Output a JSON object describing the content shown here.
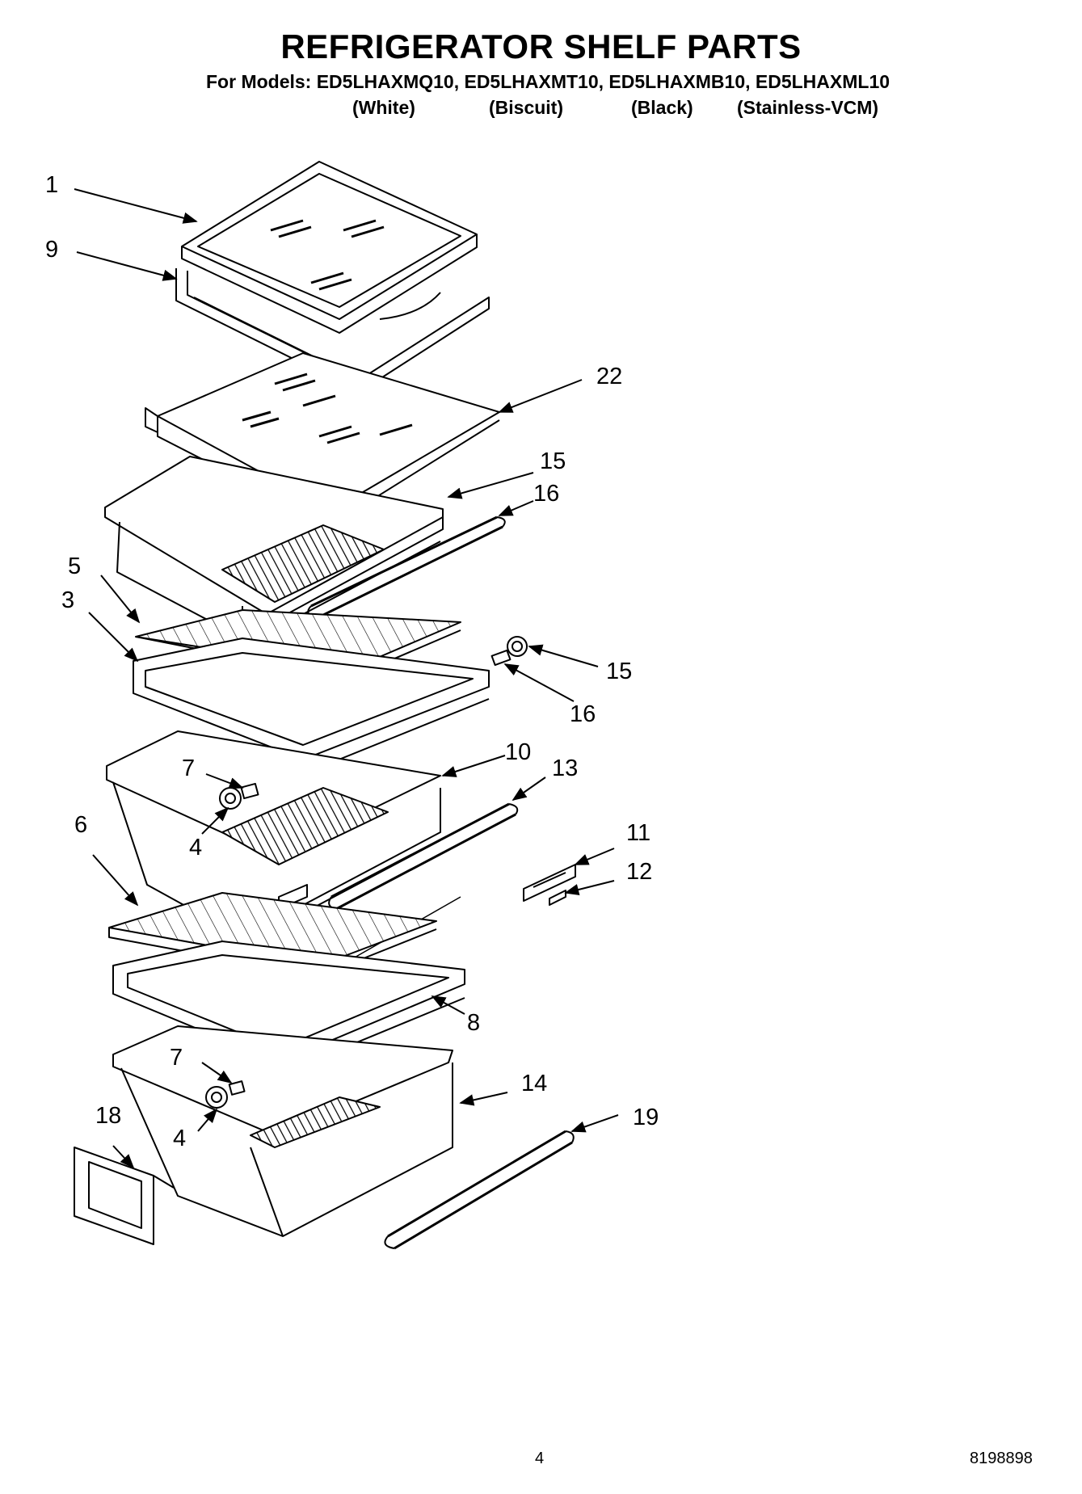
{
  "header": {
    "title": "REFRIGERATOR SHELF PARTS",
    "models_line": "For Models: ED5LHAXMQ10, ED5LHAXMT10, ED5LHAXMB10, ED5LHAXML10",
    "finishes": [
      "(White)",
      "(Biscuit)",
      "(Black)",
      "(Stainless-VCM)"
    ]
  },
  "callouts": {
    "c1": "1",
    "c9": "9",
    "c22": "22",
    "c15a": "15",
    "c16a": "16",
    "c5": "5",
    "c3": "3",
    "c15b": "15",
    "c16b": "16",
    "c10": "10",
    "c13": "13",
    "c7a": "7",
    "c4a": "4",
    "c6": "6",
    "c11": "11",
    "c12": "12",
    "c8": "8",
    "c14": "14",
    "c7b": "7",
    "c18": "18",
    "c4b": "4",
    "c19": "19"
  },
  "footer": {
    "page_number": "4",
    "doc_number": "8198898"
  }
}
